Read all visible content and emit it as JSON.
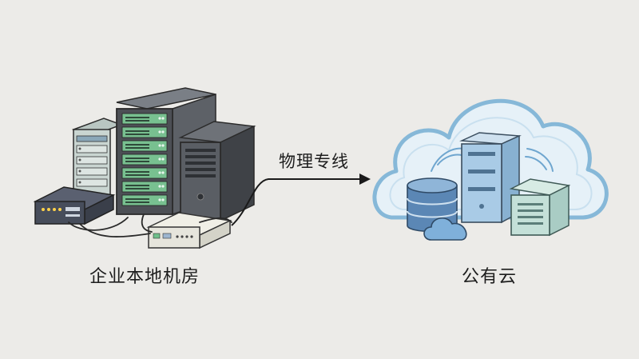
{
  "labels": {
    "on_premise": "企业本地机房",
    "dedicated_line": "物理专线",
    "public_cloud": "公有云"
  },
  "icons": {
    "left_group": [
      "server-rack-icon",
      "network-switch-icon",
      "tower-server-icon",
      "router-icon"
    ],
    "right_group": [
      "cloud-icon",
      "database-icon",
      "cloud-server-icon",
      "storage-box-icon",
      "small-cloud-icon"
    ],
    "connector": "arrow-icon"
  },
  "colors": {
    "background": "#ecebe8",
    "cloud_fill": "#e6f1f8",
    "cloud_stroke": "#86b8d8",
    "device_blue": "#a9cbe6",
    "rack_dark": "#4c4f55",
    "rack_green": "#78c090",
    "line": "#1a1a1a"
  }
}
